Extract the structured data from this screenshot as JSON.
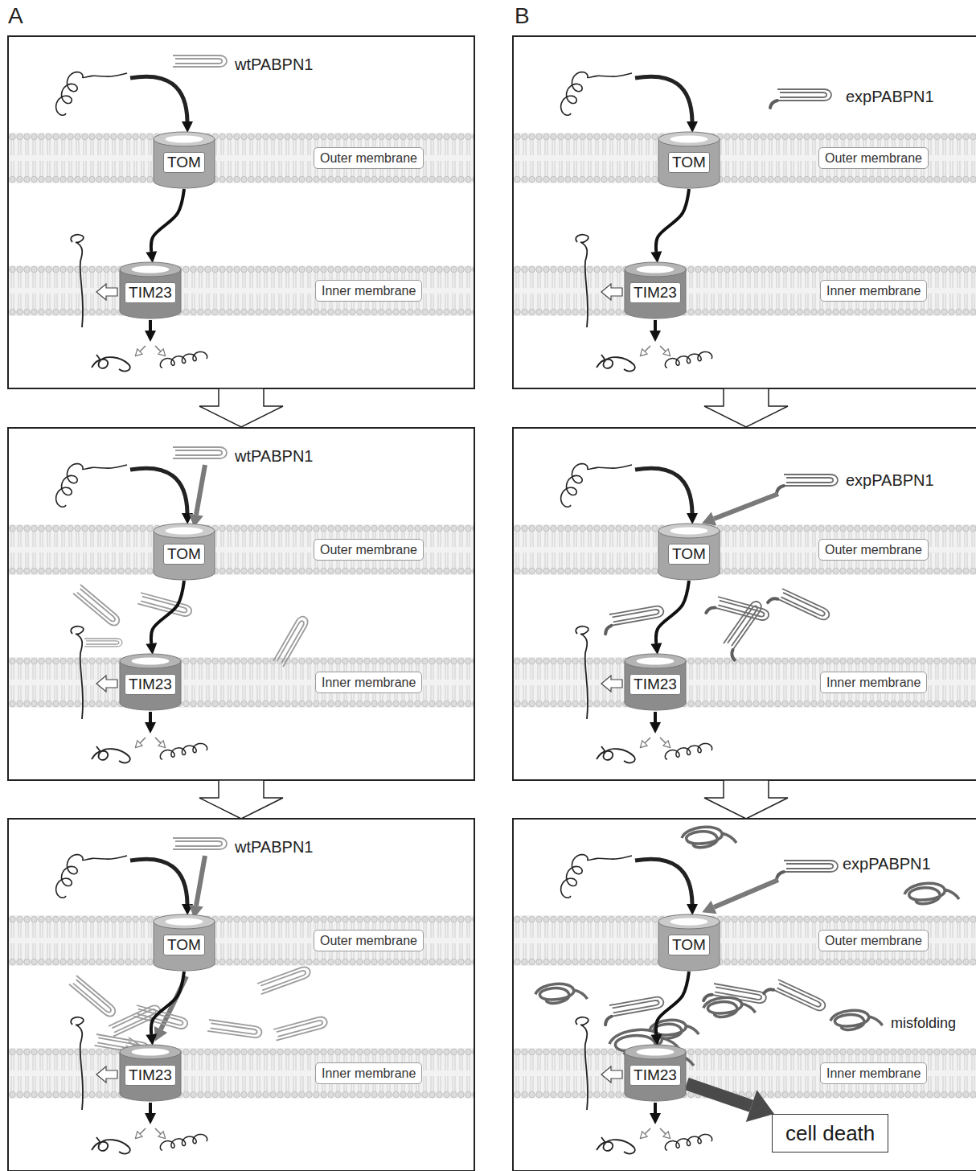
{
  "diagram": {
    "nodes": [
      {
        "text": [
          "TOM"
        ]
      },
      {
        "text": [
          "Outer membrane"
        ]
      },
      {
        "text": [
          "TIM23"
        ]
      },
      {
        "text": [
          "Inner membrane"
        ]
      },
      {
        "text": [
          "TOM"
        ]
      },
      {
        "text": [
          "Outer membrane"
        ]
      },
      {
        "text": [
          "TIM23"
        ]
      },
      {
        "text": [
          "Inner membrane"
        ]
      },
      {
        "text": [
          "TOM"
        ]
      },
      {
        "text": [
          "Outer membrane"
        ]
      },
      {
        "text": [
          "TIM23"
        ]
      },
      {
        "text": [
          "Inner membrane"
        ]
      },
      {
        "text": [
          "TOM"
        ]
      },
      {
        "text": [
          "Outer membrane"
        ]
      },
      {
        "text": [
          "TIM23"
        ]
      },
      {
        "text": [
          "Inner membrane"
        ]
      },
      {
        "text": [
          "TOM"
        ]
      },
      {
        "text": [
          "Outer membrane"
        ]
      },
      {
        "text": [
          "TIM23"
        ]
      },
      {
        "text": [
          "Inner membrane"
        ]
      },
      {
        "text": [
          "TOM"
        ]
      },
      {
        "text": [
          "Outer membrane"
        ]
      },
      {
        "text": [
          "TIM23"
        ]
      },
      {
        "text": [
          "Inner membrane"
        ]
      },
      {
        "text": [
          "cell death"
        ]
      }
    ],
    "edges": [
      {
        "from": 0,
        "to": 2,
        "arrow": "to"
      },
      {
        "from": 4,
        "to": 6,
        "arrow": "to"
      },
      {
        "from": 8,
        "to": 10,
        "arrow": "to"
      },
      {
        "from": 12,
        "to": 14,
        "arrow": "to"
      },
      {
        "from": 16,
        "to": 18,
        "arrow": "to"
      },
      {
        "from": 20,
        "to": 22,
        "arrow": "to"
      },
      {
        "from": 22,
        "to": 24,
        "arrow": "to"
      }
    ],
    "labels": [
      "A",
      "B",
      "wtPABPN1",
      "wtPABPN1",
      "wtPABPN1",
      "expPABPN1",
      "expPABPN1",
      "expPABPN1",
      "misfolding"
    ]
  }
}
